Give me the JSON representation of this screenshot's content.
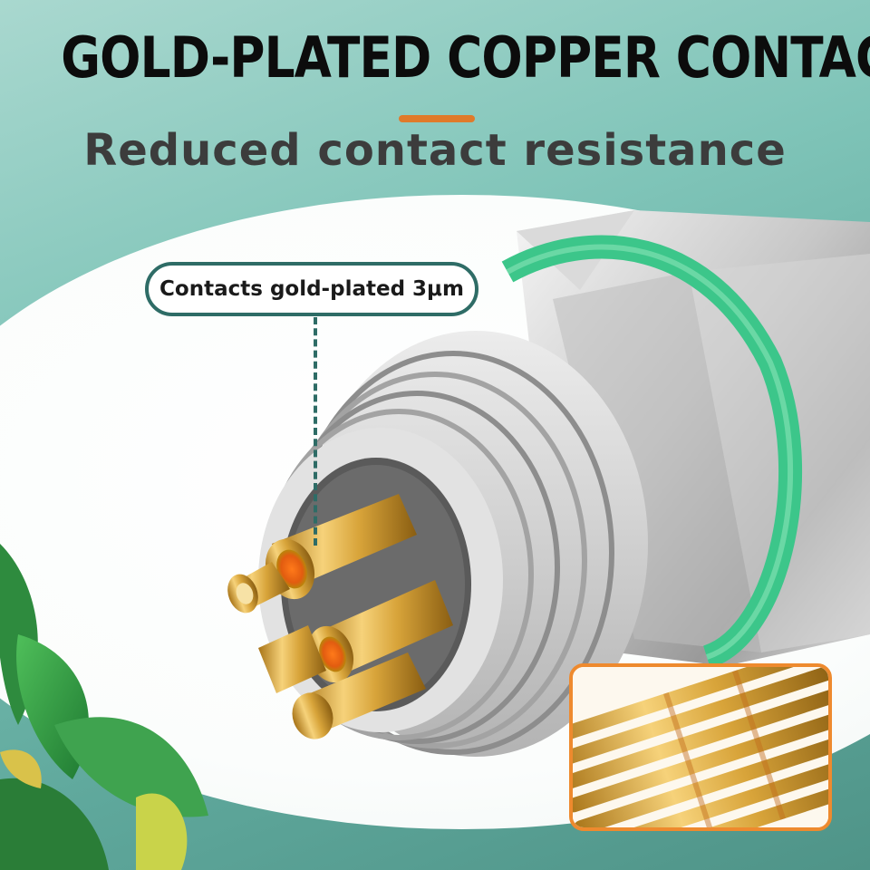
{
  "header": {
    "title": "GOLD-PLATED COPPER CONTACTS",
    "subtitle": "Reduced contact resistance"
  },
  "callout": {
    "label": "Contacts gold-plated 3μm"
  },
  "colors": {
    "accent_orange": "#e07a2a",
    "callout_border": "#2e6c66",
    "background_teal": "#7fc4b8",
    "gasket_green": "#3cc68a",
    "gold": "#d8a43a"
  }
}
